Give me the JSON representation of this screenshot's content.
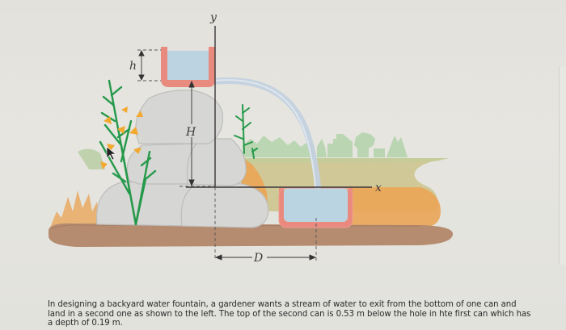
{
  "figure": {
    "labels": {
      "y_axis": "y",
      "x_axis": "x",
      "h": "h",
      "H": "H",
      "D": "D"
    },
    "colors": {
      "can_body": "#e9847a",
      "water": "#b9d3e2",
      "stream": "#c6d4e0",
      "rock": "#d4d4d2",
      "rock_outline": "#b9b9b7",
      "ground": "#b48a6c",
      "grass_field": "#cfc48a",
      "tree_silhouette": "#a9cc9e",
      "shrub_green": "#2a9a4c",
      "flower_orange": "#f0a830",
      "dry_grass": "#e8a85a",
      "axis_line": "#3a3538",
      "background": "#e4e3de"
    }
  },
  "problem": {
    "text": "In designing a backyard water fountain, a gardener wants a stream of water to exit from the bottom of one can and land in a second one as shown to the left. The top of the second can is 0.53 m below the hole in hte first can which has a depth of 0.19 m."
  }
}
